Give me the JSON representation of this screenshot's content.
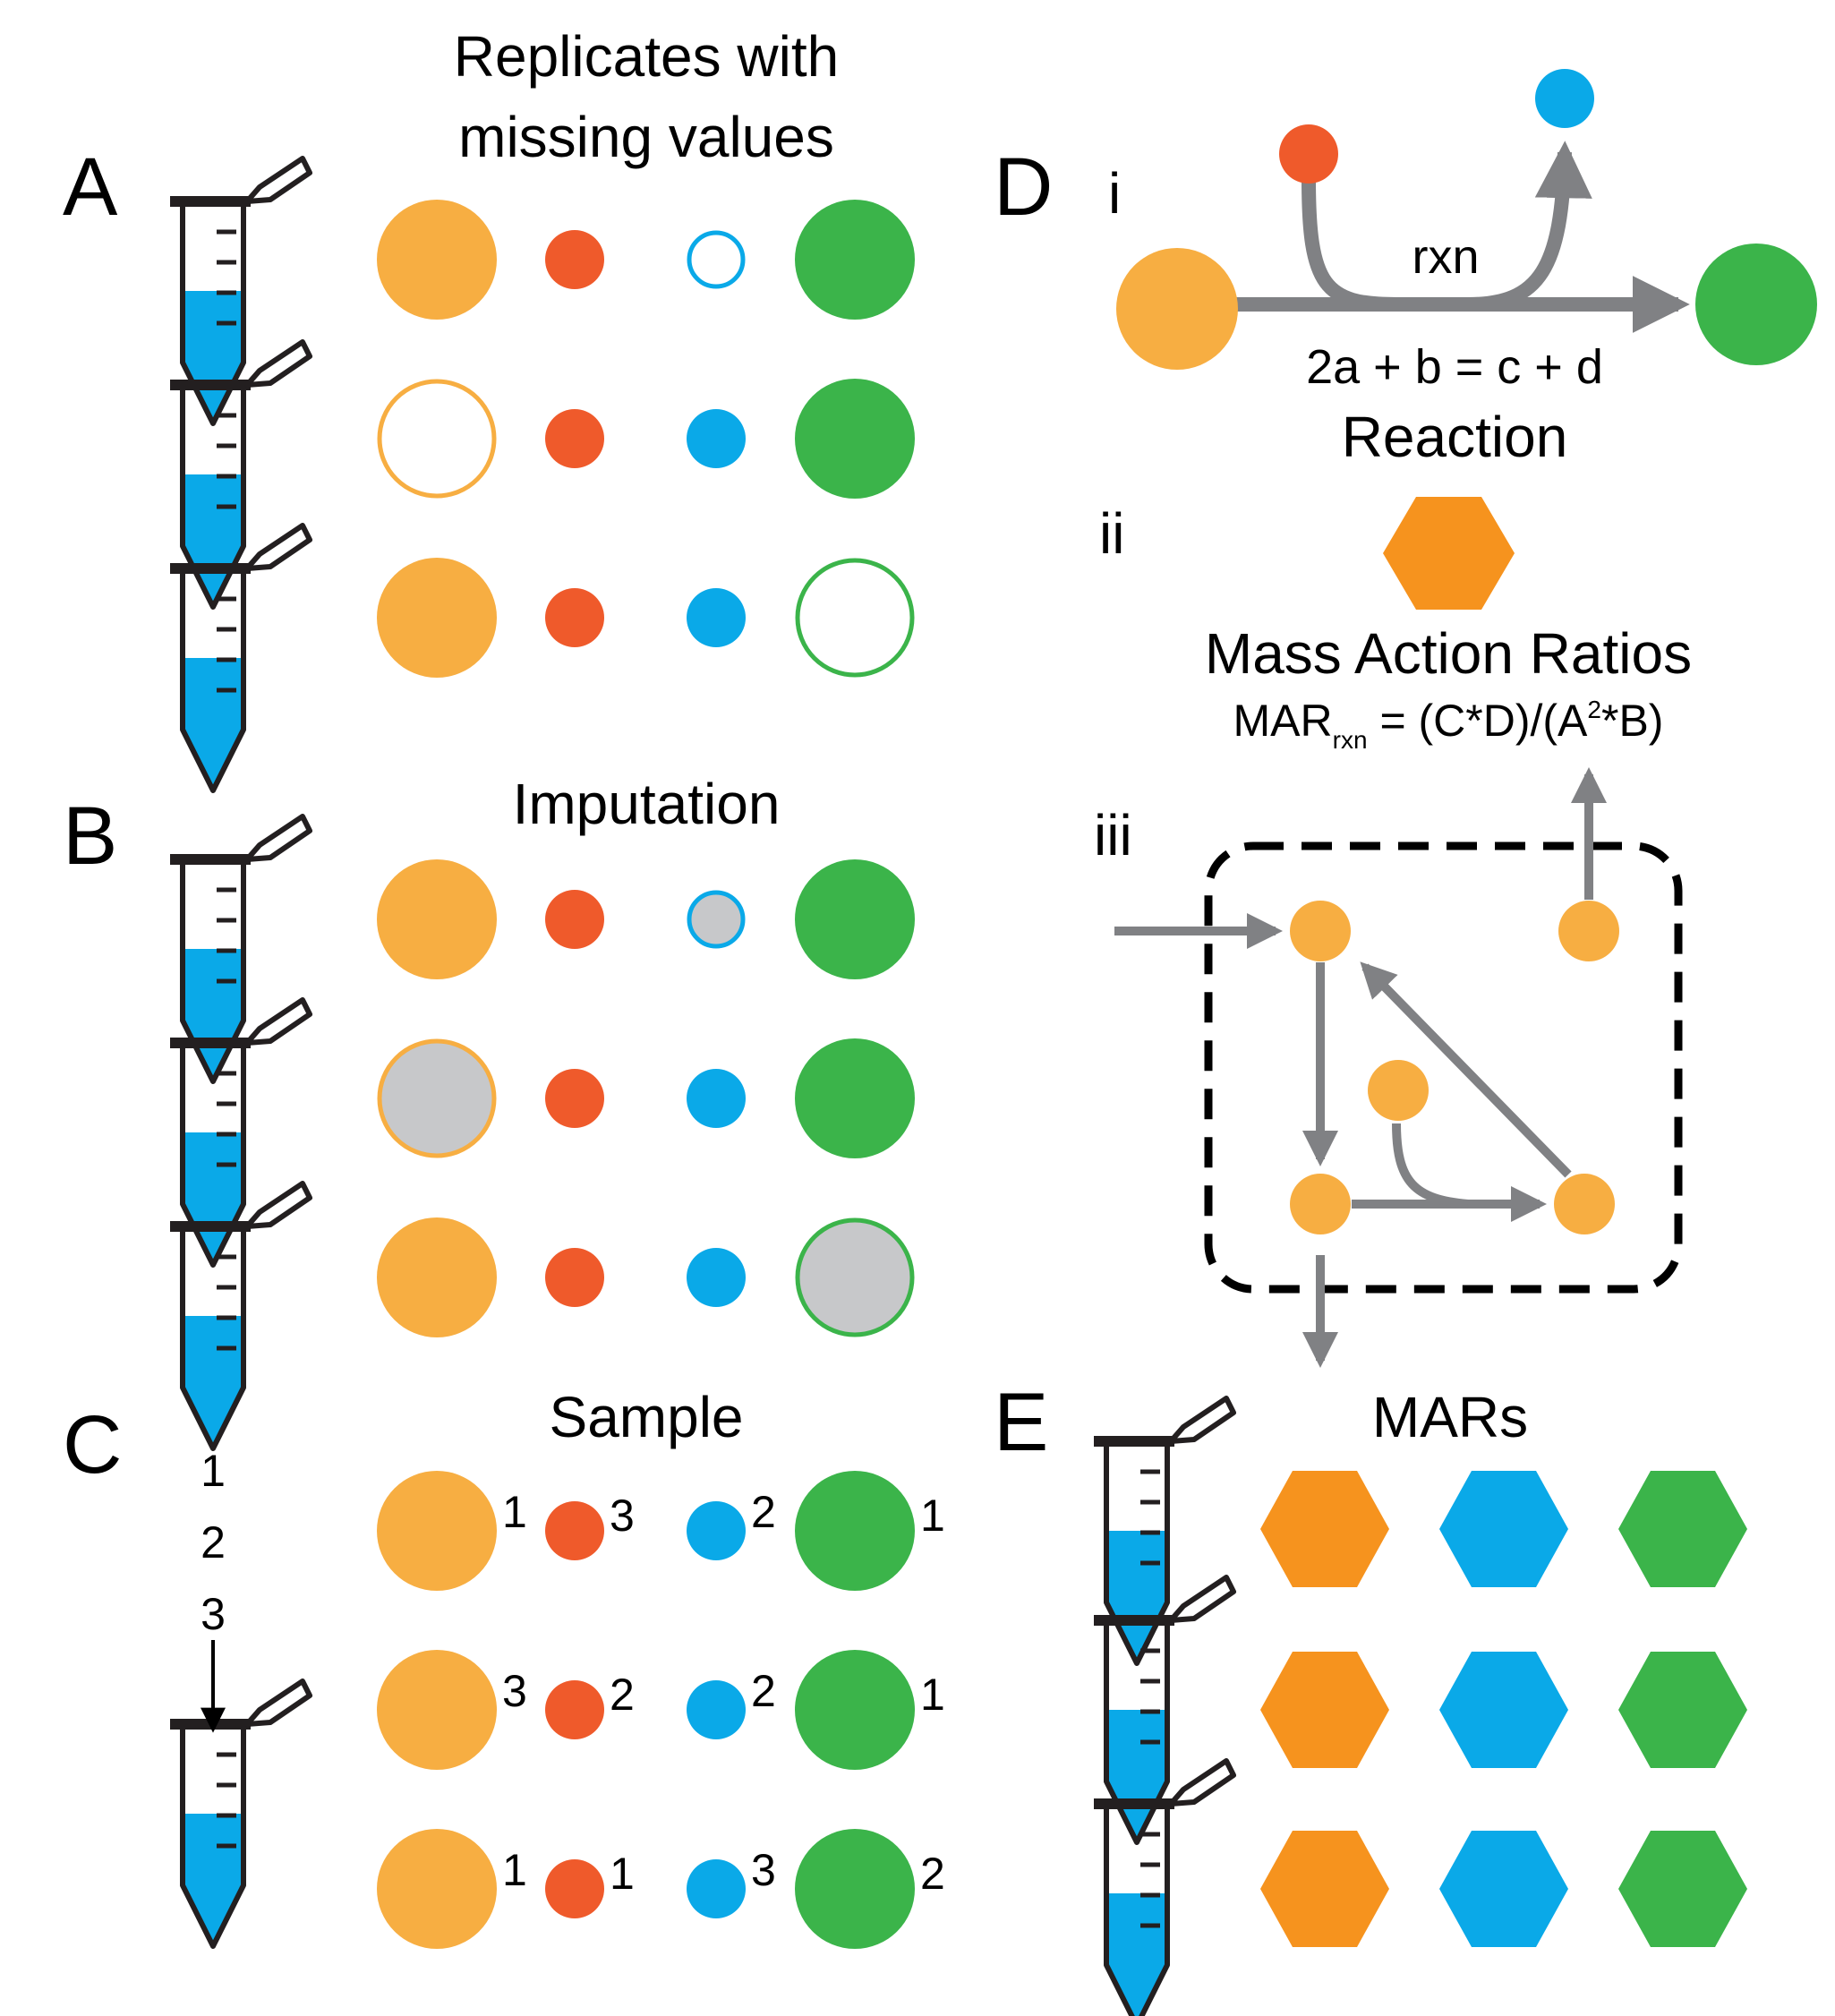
{
  "colors": {
    "orange": "#F7AE42",
    "red": "#EF5A2B",
    "blue": "#0AA9E8",
    "green": "#3BB44A",
    "gray_fill": "#C7C8CA",
    "arrow": "#808184",
    "hex_orange": "#F6931E",
    "hex_blue": "#0AA9E8",
    "hex_green": "#3BB44A"
  },
  "panels": {
    "a": {
      "label": "A",
      "title_line1": "Replicates with",
      "title_line2": "missing values",
      "rows": [
        [
          "filled",
          "filled",
          "missing",
          "filled"
        ],
        [
          "missing",
          "filled",
          "filled",
          "filled"
        ],
        [
          "filled",
          "filled",
          "filled",
          "missing"
        ]
      ]
    },
    "b": {
      "label": "B",
      "title": "Imputation",
      "rows": [
        [
          "filled",
          "filled",
          "imputed",
          "filled"
        ],
        [
          "imputed",
          "filled",
          "filled",
          "filled"
        ],
        [
          "filled",
          "filled",
          "filled",
          "imputed"
        ]
      ]
    },
    "c": {
      "label": "C",
      "title": "Sample",
      "order": [
        "1",
        "2",
        "3"
      ],
      "rows": [
        [
          "1",
          "3",
          "2",
          "1"
        ],
        [
          "3",
          "2",
          "2",
          "1"
        ],
        [
          "1",
          "1",
          "3",
          "2"
        ]
      ]
    },
    "d": {
      "label": "D",
      "sub_i": "i",
      "sub_ii": "ii",
      "sub_iii": "iii",
      "rxn_label": "rxn",
      "equation": "2a + b = c + d",
      "reaction_title": "Reaction",
      "mar_title": "Mass Action Ratios",
      "formula_lhs": "MAR",
      "formula_sub": "rxn",
      "formula_mid": " = (C*D)/(A",
      "formula_sup": "2",
      "formula_end": "*B)"
    },
    "e": {
      "label": "E",
      "title": "MARs",
      "rows": [
        [
          "orange",
          "blue",
          "green"
        ],
        [
          "orange",
          "blue",
          "green"
        ],
        [
          "orange",
          "blue",
          "green"
        ]
      ]
    }
  }
}
